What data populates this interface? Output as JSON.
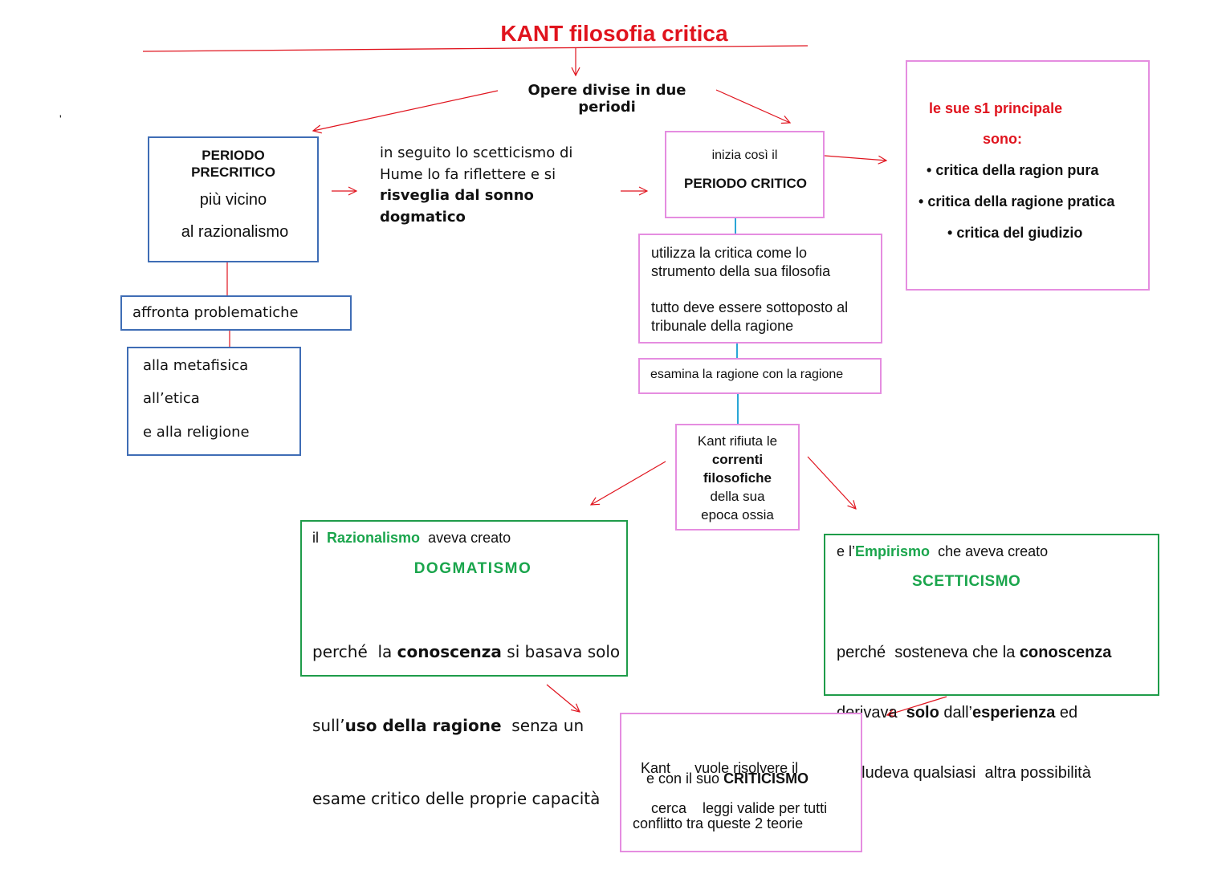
{
  "title": "KANT filosofia critica",
  "subtitle": "Opere divise in due periodi",
  "stray_mark": "'",
  "precritico": {
    "line1": "PERIODO",
    "line2": "PRECRITICO",
    "line3": "più  vicino",
    "line4": "al razionalismo"
  },
  "problematiche": "affronta problematiche",
  "problematiche_list": [
    "alla metafisica",
    "all’etica",
    "e alla religione"
  ],
  "hume": {
    "line1": "in seguito lo scetticismo di",
    "line2": "Hume lo fa riflettere e si",
    "line3": "risveglia  dal sonno dogmatico"
  },
  "critico": {
    "line1": "inizia così il",
    "line2": "PERIODO CRITICO"
  },
  "opere": {
    "line1": "le sue s1 principale",
    "line2": "sono:",
    "items": [
      "critica della ragion pura",
      "critica della ragione pratica",
      "critica del giudizio"
    ]
  },
  "critica_strumento": {
    "line1": "utilizza la  critica come lo",
    "line2": "strumento  della sua filosofia",
    "line3": "tutto deve essere sottoposto al",
    "line4": "tribunale della ragione"
  },
  "esamina": "esamina la ragione con la ragione",
  "rifiuta": {
    "line1": "Kant rifiuta le",
    "line2": "correnti",
    "line3": "filosofiche",
    "line4": "della sua",
    "line5": "epoca ossia"
  },
  "razionalismo": {
    "pre": "il",
    "name": "Razionalismo",
    "post": "aveva creato",
    "result": "DOGMATISMO",
    "t1": "perché  la ",
    "t1b": "conoscenza",
    "t1c": " si basava solo",
    "t2": "sull’",
    "t2b": "uso della ragione",
    "t2c": "  senza un",
    "t3": "esame critico delle proprie capacità"
  },
  "empirismo": {
    "pre": "e l’",
    "name": "Empirismo",
    "post": "che aveva creato",
    "result": "SCETTICISMO",
    "t1": "perché  sosteneva che la ",
    "t1b": "conoscenza",
    "t2": "derivava  ",
    "t2b": "solo",
    "t2c": " dall’",
    "t2d": "esperienza",
    "t2e": " ed",
    "t3": "escludeva qualsiasi  altra possibilità"
  },
  "criticismo": {
    "line1a": "Kant",
    "line1b": "vuole risolvere il",
    "line2": "conflitto tra queste 2 teorie",
    "line3a": "e con il suo ",
    "line3b": "CRITICISMO",
    "line4a": "cerca",
    "line4b": "leggi valide per tutti"
  },
  "colors": {
    "red": "#e0141e",
    "green": "#1aa54c",
    "blue_border": "#3f6db5",
    "pink_border": "#e58de0",
    "green_border": "#1f9c4a",
    "connector_blue": "#2aa6d6"
  }
}
